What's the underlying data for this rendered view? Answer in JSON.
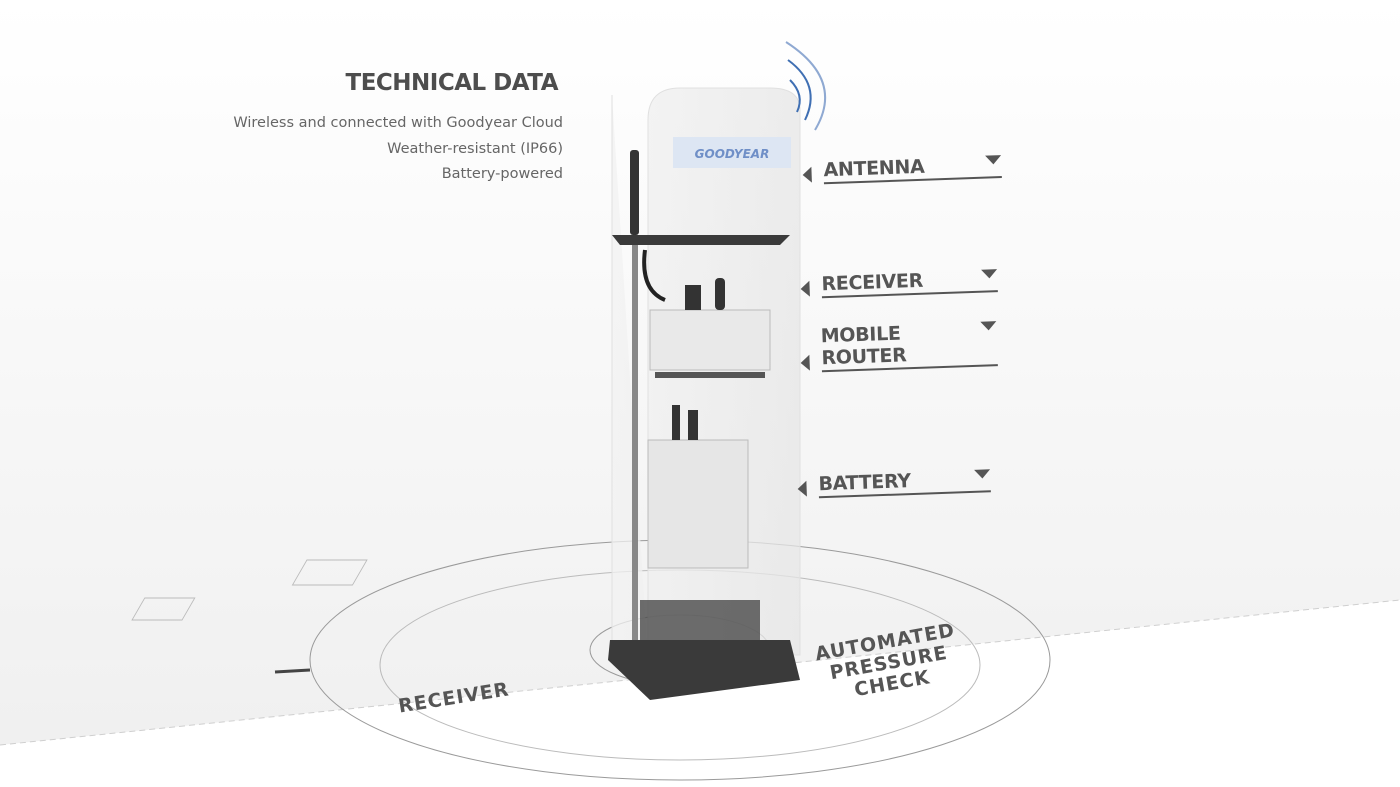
{
  "technical_data": {
    "title": "TECHNICAL DATA",
    "specs": [
      "Wireless and connected with Goodyear Cloud",
      "Weather-resistant (IP66)",
      "Battery-powered"
    ]
  },
  "callouts": [
    {
      "label": "ANTENNA"
    },
    {
      "label": "RECEIVER"
    },
    {
      "label": "MOBILE ROUTER"
    },
    {
      "label": "BATTERY"
    }
  ],
  "floor_labels": {
    "receiver": "RECEIVER",
    "apc_lines": [
      "AUTOMATED",
      "PRESSURE",
      "CHECK"
    ]
  },
  "logo_text": "GOODYEAR",
  "colors": {
    "text": "#555555",
    "logo_bg": "#dde6f3",
    "logo_fg": "#2f55a4",
    "signal": "#3f6fb3"
  }
}
